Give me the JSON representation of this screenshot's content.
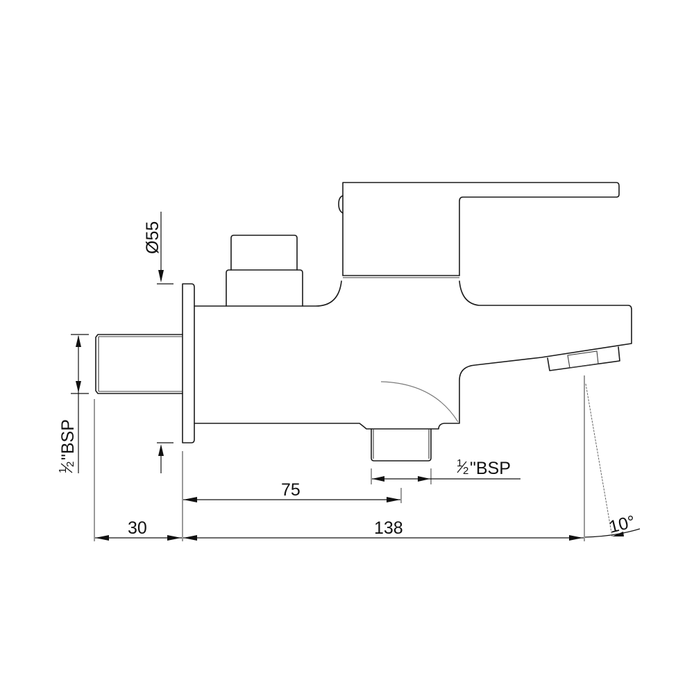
{
  "drawing": {
    "title": "Bath mixer side elevation",
    "dimensions": {
      "flange_diameter": "Ø55",
      "inlet_thread": {
        "fraction_num": "1",
        "fraction_den": "2",
        "suffix": "\"BSP"
      },
      "outlet_thread": {
        "fraction_num": "1",
        "fraction_den": "2",
        "suffix": "\"BSP"
      },
      "wall_to_outlet": "75",
      "inlet_length": "30",
      "overall_projection": "138",
      "spout_angle": "10°"
    },
    "colors": {
      "line": "#1a1a1a",
      "background": "#ffffff"
    }
  }
}
